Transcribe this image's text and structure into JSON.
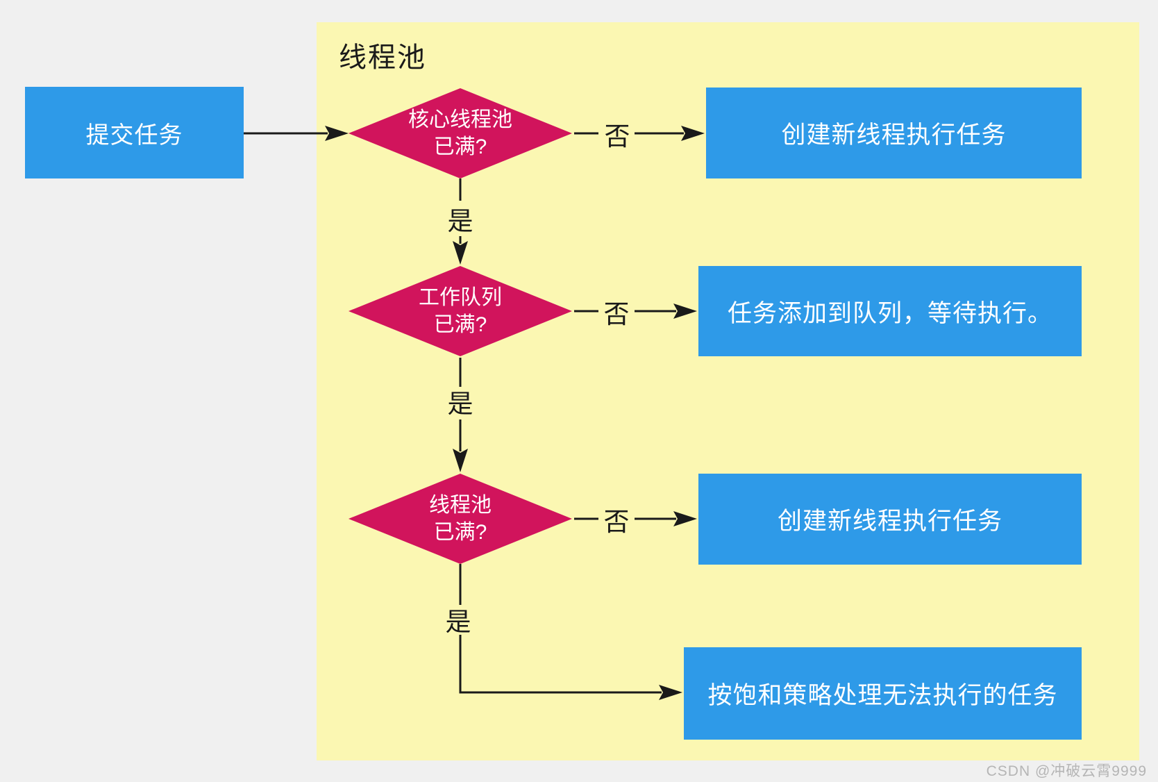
{
  "panel": {
    "title": "线程池"
  },
  "nodes": {
    "start": {
      "label": "提交任务"
    },
    "decision1": {
      "label": "核心线程池\n已满?"
    },
    "decision2": {
      "label": "工作队列\n已满?"
    },
    "decision3": {
      "label": "线程池\n已满?"
    },
    "result1": {
      "label": "创建新线程执行任务"
    },
    "result2": {
      "label": "任务添加到队列，等待执行。"
    },
    "result3": {
      "label": "创建新线程执行任务"
    },
    "result4": {
      "label": "按饱和策略处理无法执行的任务"
    }
  },
  "edge_labels": {
    "no1": "否",
    "yes1": "是",
    "no2": "否",
    "yes2": "是",
    "no3": "否",
    "yes3": "是"
  },
  "watermark": "CSDN @冲破云霄9999",
  "colors": {
    "background": "#f0f0f0",
    "panel": "#fbf7b2",
    "process_box": "#2e9ae8",
    "decision_diamond": "#d1145c",
    "connector": "#1a1a1a",
    "watermark_text": "#b5b5b5"
  }
}
